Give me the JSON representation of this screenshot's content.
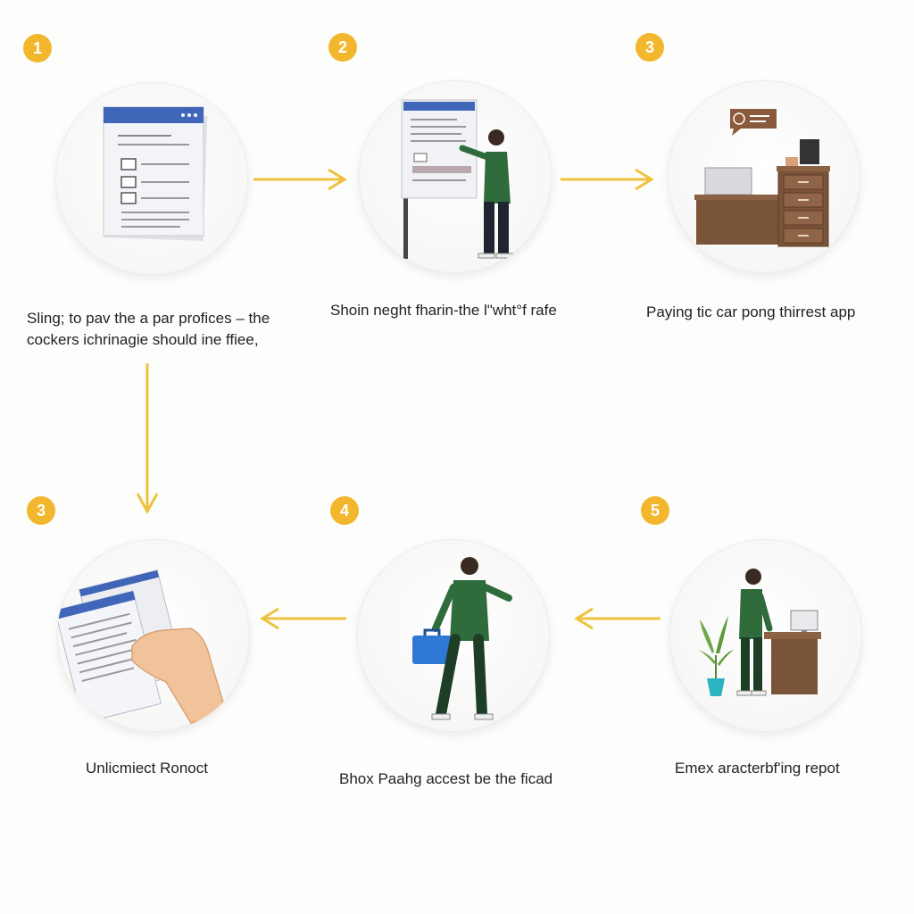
{
  "steps": [
    {
      "badge": "1",
      "caption_line1": "Sling; to pav the a par profices – the",
      "caption_line2": "cockers ichrinagie should ine ffiee,",
      "icon": "document-form-icon"
    },
    {
      "badge": "2",
      "caption": "Shoin neght fharin-the l\"wht°f rafe",
      "icon": "presenter-board-icon"
    },
    {
      "badge": "3",
      "caption": "Paying tic car pong thirrest app",
      "icon": "office-desk-icon"
    },
    {
      "badge": "3",
      "caption": "Unlicmiect Ronoct",
      "icon": "hand-documents-icon"
    },
    {
      "badge": "4",
      "caption": "Bhox Paahg accest be the ficad",
      "icon": "walking-briefcase-icon"
    },
    {
      "badge": "5",
      "caption": "Emex aracterbf'ing repot",
      "icon": "worker-at-desk-icon"
    }
  ],
  "colors": {
    "badge": "#f2b72c",
    "arrow": "#efc23e",
    "figure_green": "#2f6b3b",
    "desk_brown": "#7a5438",
    "doc_blue": "#3f66b8"
  }
}
